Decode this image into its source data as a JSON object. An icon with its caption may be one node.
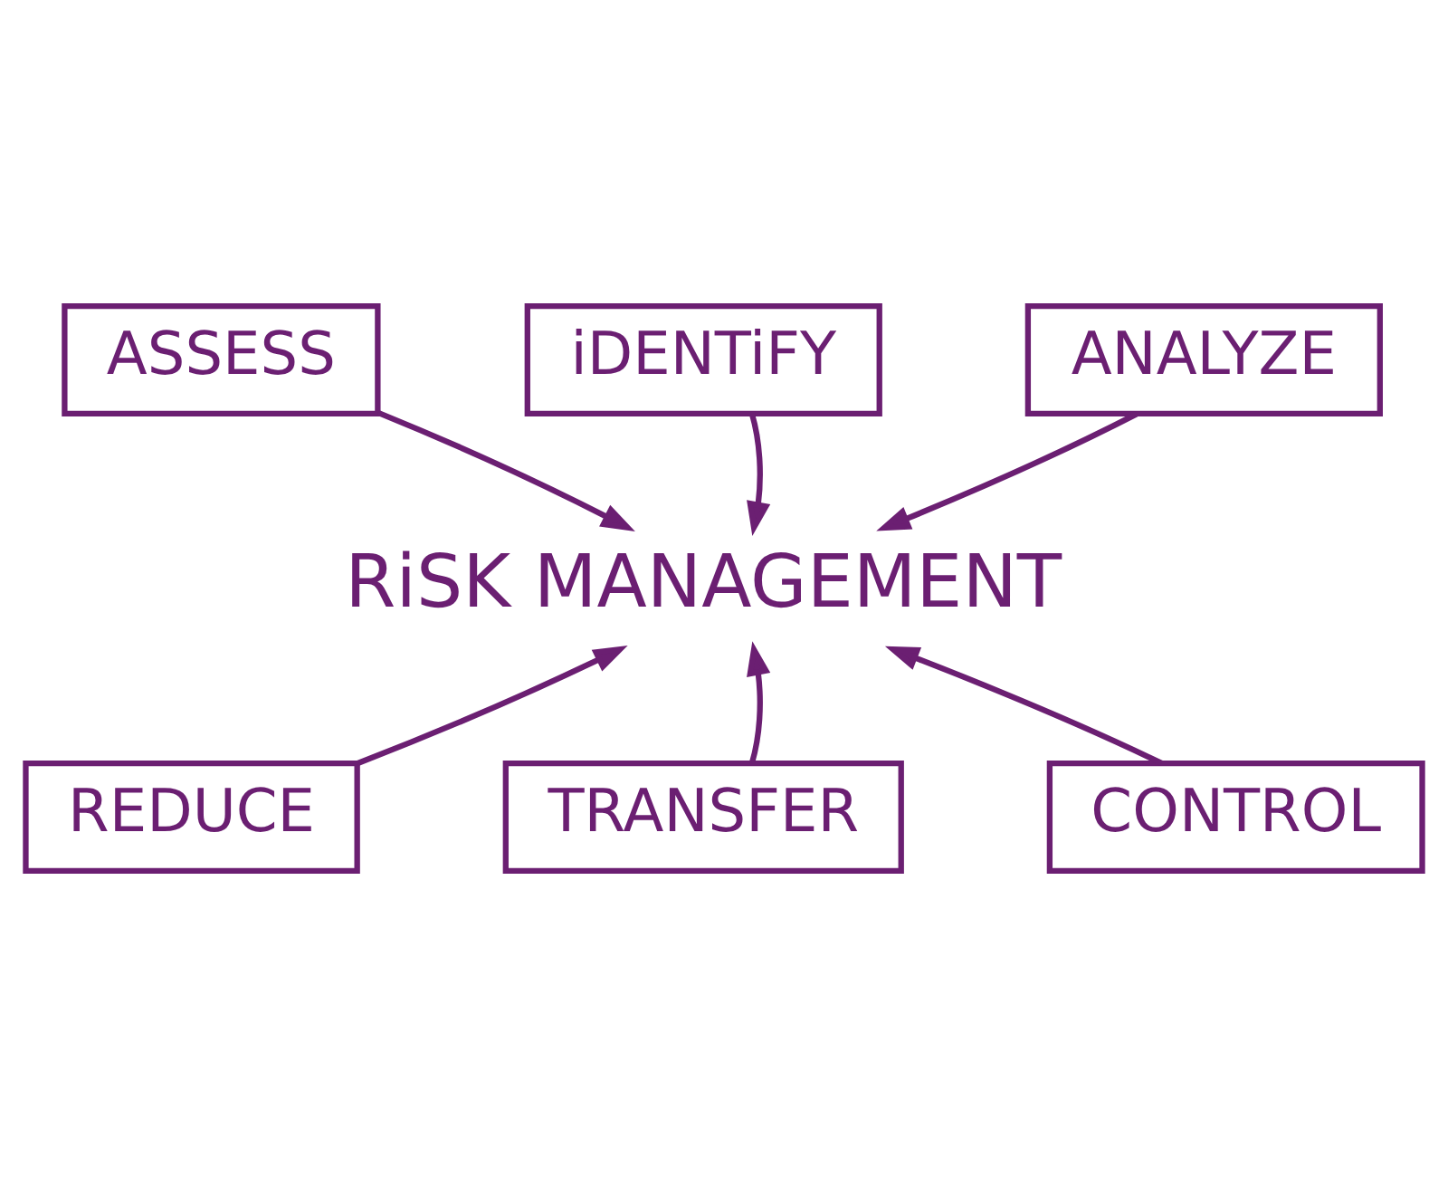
{
  "diagram": {
    "nodes": [
      {
        "text": [
          "iDENTiFY"
        ]
      },
      {
        "text": [
          "ASSESS"
        ]
      },
      {
        "text": [
          "ANALYZE"
        ]
      },
      {
        "text": [
          "RiSK MANAGEMENT"
        ]
      },
      {
        "text": [
          "REDUCE"
        ]
      },
      {
        "text": [
          "CONTROL"
        ]
      },
      {
        "text": [
          "TRANSFER"
        ]
      }
    ],
    "edges": [
      {
        "from": 0,
        "to": 3,
        "arrow": "to"
      },
      {
        "from": 1,
        "to": 3,
        "arrow": "to"
      },
      {
        "from": 2,
        "to": 3,
        "arrow": "to"
      },
      {
        "from": 4,
        "to": 3,
        "arrow": "to"
      },
      {
        "from": 5,
        "to": 3,
        "arrow": "to"
      },
      {
        "from": 6,
        "to": 3,
        "arrow": "to"
      }
    ]
  }
}
